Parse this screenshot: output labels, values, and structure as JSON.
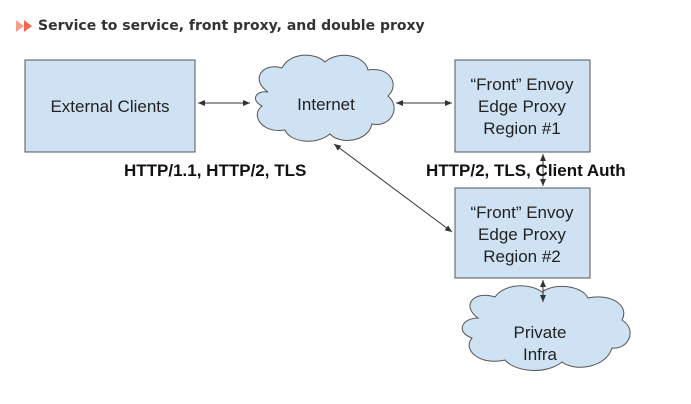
{
  "header": {
    "title": "Service to service, front proxy, and double proxy",
    "icon": "double-chevron-right-icon",
    "icon_color": "#f26b4f"
  },
  "diagram": {
    "external_clients": "External Clients",
    "internet": "Internet",
    "front1": [
      "“Front” Envoy",
      "Edge Proxy",
      "Region #1"
    ],
    "front2": [
      "“Front” Envoy",
      "Edge Proxy",
      "Region #2"
    ],
    "private": [
      "Private",
      "Infra"
    ],
    "left_protocols": "HTTP/1.1, HTTP/2, TLS",
    "right_protocols": "HTTP/2, TLS, Client Auth",
    "fill_color": "#cfe2f3",
    "stroke_color": "#555555"
  }
}
